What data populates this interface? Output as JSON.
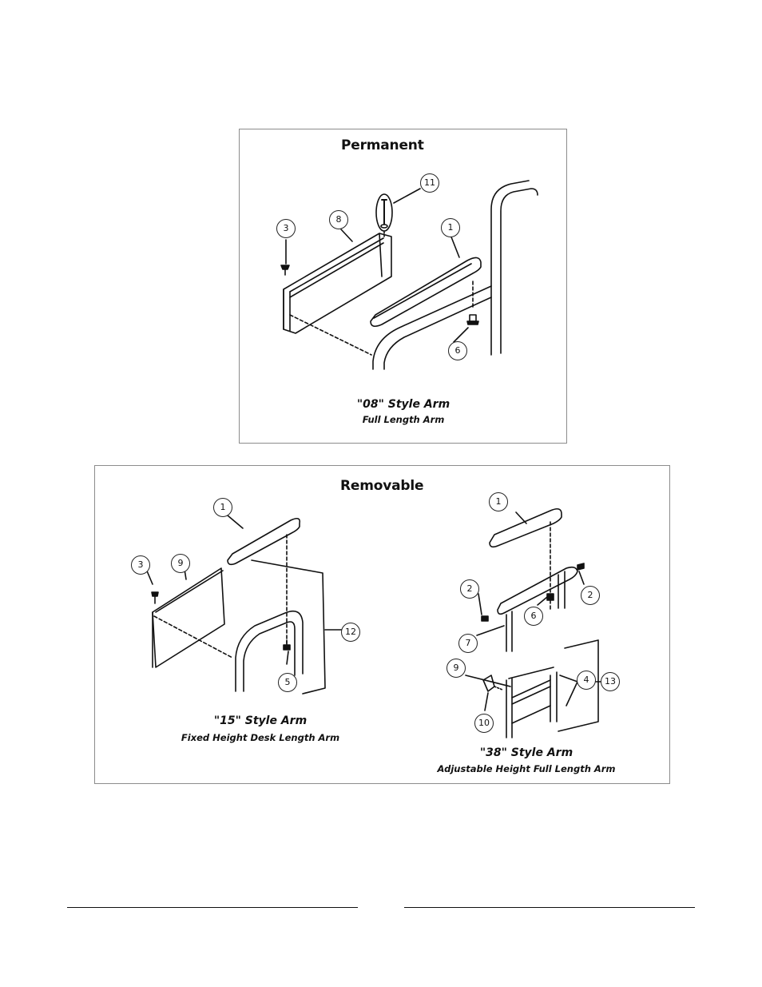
{
  "permanent": {
    "title": "Permanent",
    "arm": {
      "caption": "\"08\" Style Arm",
      "subcaption": "Full Length Arm"
    },
    "callouts": [
      "11",
      "3",
      "8",
      "1",
      "6"
    ]
  },
  "removable": {
    "title": "Removable",
    "arm15": {
      "caption": "\"15\" Style Arm",
      "subcaption": "Fixed Height Desk Length Arm"
    },
    "arm38": {
      "caption": "\"38\" Style Arm",
      "subcaption": "Adjustable Height Full Length Arm"
    },
    "callouts15": [
      "1",
      "3",
      "9",
      "12",
      "5"
    ],
    "callouts38": [
      "1",
      "2",
      "2",
      "6",
      "7",
      "9",
      "4",
      "13",
      "10"
    ]
  }
}
